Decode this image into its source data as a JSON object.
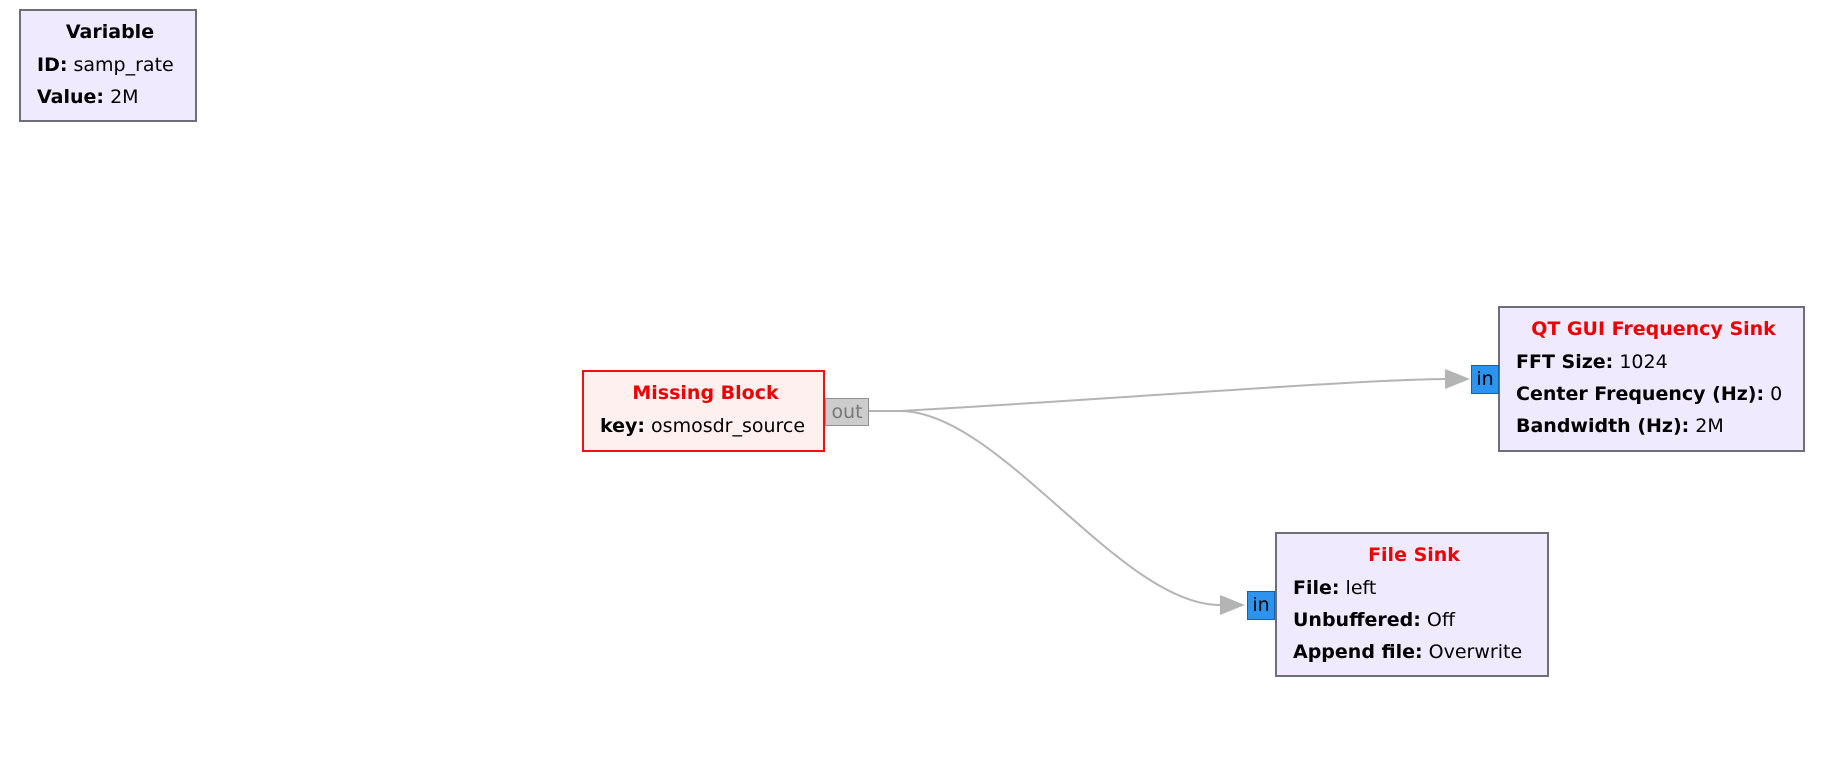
{
  "blocks": {
    "variable": {
      "title": "Variable",
      "params": [
        {
          "key": "ID:",
          "value": "samp_rate"
        },
        {
          "key": "Value:",
          "value": "2M"
        }
      ]
    },
    "missing": {
      "title": "Missing Block",
      "params": [
        {
          "key": "key:",
          "value": "osmosdr_source"
        }
      ],
      "port_out": "out"
    },
    "qtgui": {
      "title": "QT GUI Frequency Sink",
      "params": [
        {
          "key": "FFT Size:",
          "value": "1024"
        },
        {
          "key": "Center Frequency (Hz):",
          "value": "0"
        },
        {
          "key": "Bandwidth (Hz):",
          "value": "2M"
        }
      ],
      "port_in": "in"
    },
    "filesink": {
      "title": "File Sink",
      "params": [
        {
          "key": "File:",
          "value": "left"
        },
        {
          "key": "Unbuffered:",
          "value": "Off"
        },
        {
          "key": "Append file:",
          "value": "Overwrite"
        }
      ],
      "port_in": "in"
    }
  },
  "colors": {
    "block_bg": "#f0eafe",
    "block_border": "#6e6e78",
    "missing_bg": "#fff0f0",
    "missing_border": "#ee1111",
    "error_title": "#ee0000",
    "port_in": "#2c93ee",
    "port_out": "#cccccc",
    "wire": "#b4b4b4"
  }
}
